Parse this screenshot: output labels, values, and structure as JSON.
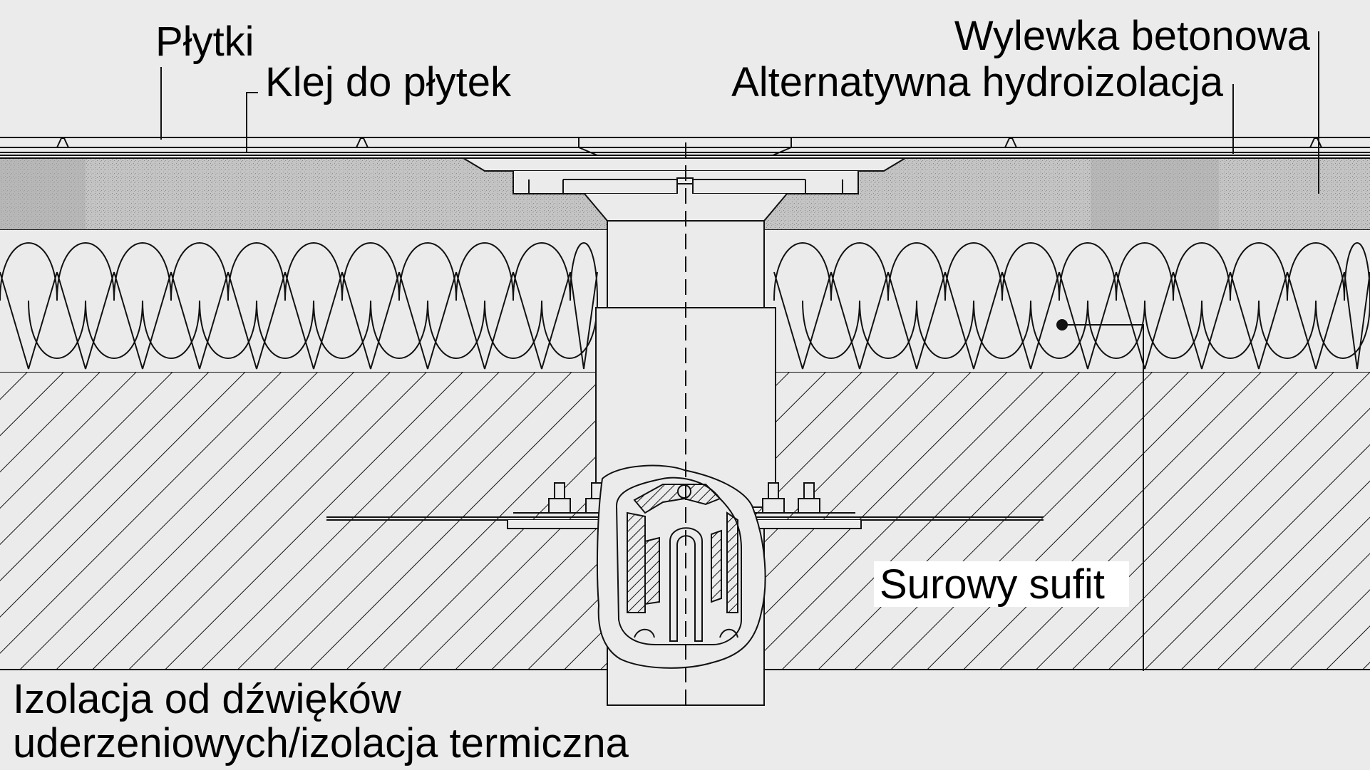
{
  "labels": {
    "tiles": "Płytki",
    "tile_adhesive": "Klej do płytek",
    "concrete_screed": "Wylewka betonowa",
    "alt_waterproofing": "Alternatywna hydroizolacja",
    "raw_ceiling": "Surowy sufit",
    "insulation_line1": "Izolacja od dźwięków",
    "insulation_line2": "uderzeniowych/izolacja termiczna"
  },
  "colors": {
    "background": "#ebebeb",
    "line": "#111111",
    "screed_fill": "#bdbdbd",
    "label_box": "#ffffff"
  }
}
